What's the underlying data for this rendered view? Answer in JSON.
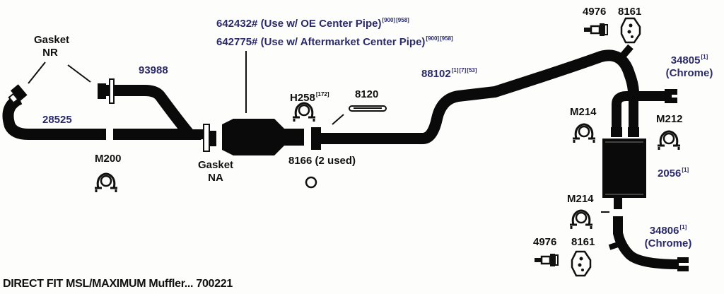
{
  "diagram": {
    "title": "DIRECT FIT MSL/MAXIMUM Muffler... 700221",
    "colors": {
      "part_number": "#2b2b6b",
      "label": "#111111",
      "pipe": "#0a0a0a",
      "background": "#fdfdfb"
    },
    "parts": {
      "gasket_nr": {
        "line1": "Gasket",
        "line2": "NR"
      },
      "p28525": {
        "number": "28525"
      },
      "p93988": {
        "number": "93988"
      },
      "m200": {
        "number": "M200"
      },
      "gasket_na": {
        "line1": "Gasket",
        "line2": "NA"
      },
      "cat1": {
        "number": "642432#",
        "desc": " (Use w/ OE Center Pipe)",
        "notes": [
          "[900]",
          "[958]"
        ]
      },
      "cat2": {
        "number": "642775#",
        "desc": " (Use w/ Aftermarket Center Pipe)",
        "notes": [
          "[900]",
          "[958]"
        ]
      },
      "h258": {
        "number": "H258",
        "note": "[172]"
      },
      "p8120": {
        "number": "8120"
      },
      "p8166": {
        "number": "8166",
        "qty": " (2 used)"
      },
      "p88102": {
        "number": "88102",
        "notes": [
          "[1]",
          "[7]",
          "[53]"
        ]
      },
      "p4976_top": {
        "number": "4976"
      },
      "p8161_top": {
        "number": "8161"
      },
      "p34805": {
        "number": "34805",
        "note": "[1]",
        "finish": "(Chrome)"
      },
      "m214_top": {
        "number": "M214"
      },
      "m212": {
        "number": "M212"
      },
      "p2056": {
        "number": "2056",
        "note": "[1]"
      },
      "m214_bottom": {
        "number": "M214"
      },
      "p34806": {
        "number": "34806",
        "note": "[1]",
        "finish": "(Chrome)"
      },
      "p4976_bottom": {
        "number": "4976"
      },
      "p8161_bottom": {
        "number": "8161"
      }
    },
    "icons": [
      "clamp-icon",
      "hanger-bolt-icon",
      "rubber-isolator-icon",
      "ring-gasket-icon",
      "flange-gasket-icon",
      "bracket-strap-icon"
    ]
  }
}
